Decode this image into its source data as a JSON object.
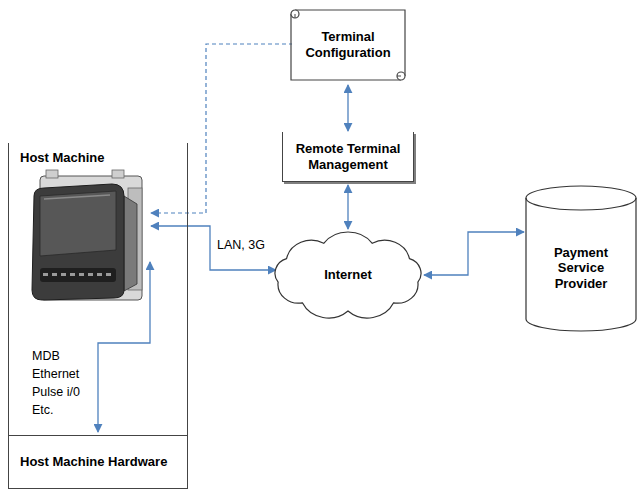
{
  "diagram": {
    "nodes": [
      {
        "text": [
          "Terminal Configuration"
        ]
      },
      {
        "text": [
          "Remote Terminal Management"
        ]
      },
      {
        "text": [
          "Internet"
        ]
      },
      {
        "text": [
          "Payment Service Provider"
        ]
      },
      {
        "text": [
          "Host Machine"
        ]
      },
      {
        "text": [
          "Host Machine Hardware"
        ],
        "in": 4
      }
    ],
    "edges": [
      {
        "from": 0,
        "to": 1,
        "arrow": "both"
      },
      {
        "from": 1,
        "to": 2,
        "arrow": "both"
      },
      {
        "from": 2,
        "to": 3,
        "arrow": "both"
      }
    ],
    "labels": [
      "LAN, 3G",
      "MDB",
      "Ethernet",
      "Pulse i/0",
      "Etc."
    ]
  }
}
